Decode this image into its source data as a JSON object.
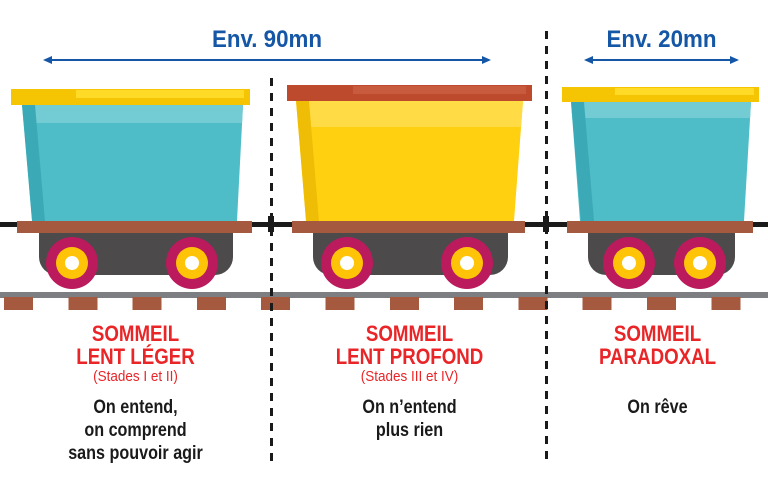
{
  "durations": [
    {
      "label": "Env. 90mn"
    },
    {
      "label": "Env. 20mn"
    }
  ],
  "sections": [
    {
      "title_lines": [
        "SOMMEIL",
        "LENT LÉGER"
      ],
      "stages": "(Stades I et II)",
      "description_lines": [
        "On entend,",
        "on comprend",
        "sans pouvoir agir"
      ]
    },
    {
      "title_lines": [
        "SOMMEIL",
        "LENT PROFOND"
      ],
      "stages": "(Stades III et IV)",
      "description_lines": [
        "On n’entend",
        "plus rien"
      ]
    },
    {
      "title_lines": [
        "SOMMEIL",
        "PARADOXAL"
      ],
      "stages": "",
      "description_lines": [
        "On rêve"
      ]
    }
  ],
  "colors": {
    "accent_blue": "#1557A6",
    "accent_red": "#E92528",
    "text_dark": "#1A1A1A",
    "teal": "#4FBDC7",
    "teal_light": "#73CBD3",
    "teal_dark": "#3BAAB6",
    "yellow": "#FFD010",
    "yellow_light": "#FFDC45",
    "yellow_dark": "#EFBD05",
    "rim_yellow": "#F5C402",
    "rim_yellow_hi": "#FFDB28",
    "rim_red": "#BE4A2E",
    "rim_red_hi": "#C85A3E",
    "brown": "#A5593E",
    "rail_gray": "#7C7E81",
    "under_gray": "#4D4A4B",
    "wheel_magenta": "#BB1A5D",
    "wheel_yellow": "#FFC408",
    "wheel_white": "#FFFFFF"
  }
}
